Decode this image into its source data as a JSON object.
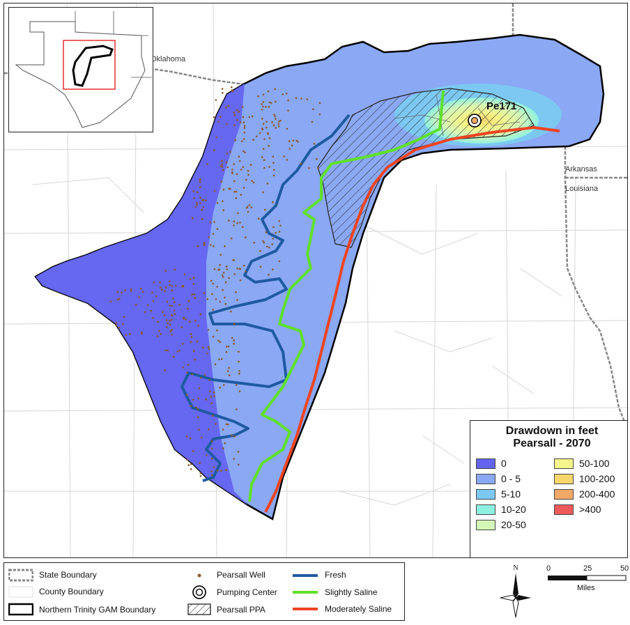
{
  "map": {
    "state_labels": {
      "oklahoma": "Oklahoma",
      "arkansas": "Arkansas",
      "louisiana": "Louisiana"
    },
    "pumping_center_label": "Pe171"
  },
  "drawdown_legend": {
    "title_line1": "Drawdown in feet",
    "title_line2": "Pearsall - 2070",
    "items": [
      {
        "label": "0",
        "color": "#6464f0"
      },
      {
        "label": "0 - 5",
        "color": "#8aa8f4"
      },
      {
        "label": "5-10",
        "color": "#7cc8f2"
      },
      {
        "label": "10-20",
        "color": "#8ef0e0"
      },
      {
        "label": "20-50",
        "color": "#d4f7b8"
      },
      {
        "label": "50-100",
        "color": "#f4f58a"
      },
      {
        "label": "100-200",
        "color": "#f7d66a"
      },
      {
        "label": "200-400",
        "color": "#f4a868"
      },
      {
        "label": ">400",
        "color": "#ee5a5a"
      }
    ]
  },
  "bottom_legend": {
    "state_boundary": "State Boundary",
    "county_boundary": "County Boundary",
    "gam_boundary": "Northern Trinity GAM Boundary",
    "pearsall_well": "Pearsall Well",
    "pumping_center": "Pumping Center",
    "pearsall_ppa": "Pearsall PPA",
    "fresh": "Fresh",
    "slightly_saline": "Slightly Saline",
    "moderately_saline": "Moderately Saline"
  },
  "line_colors": {
    "fresh": "#1f5aa0",
    "slightly_saline": "#5fe02a",
    "moderately_saline": "#ee4422"
  },
  "north_arrow": {
    "label": "N"
  },
  "scale_bar": {
    "ticks": [
      "0",
      "25",
      "50"
    ],
    "unit": "Miles"
  }
}
